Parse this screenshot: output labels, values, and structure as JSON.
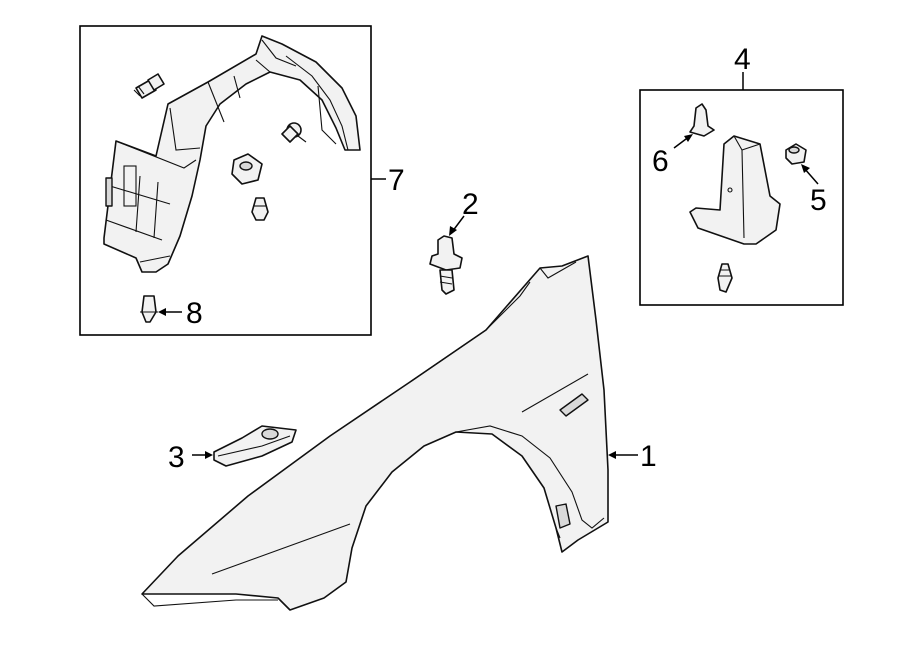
{
  "callouts": {
    "fender": "1",
    "bolt": "2",
    "bracket": "3",
    "mud_guard_kit": "4",
    "clip_nut": "5",
    "push_pin": "6",
    "fender_liner": "7",
    "liner_retainer": "8"
  }
}
